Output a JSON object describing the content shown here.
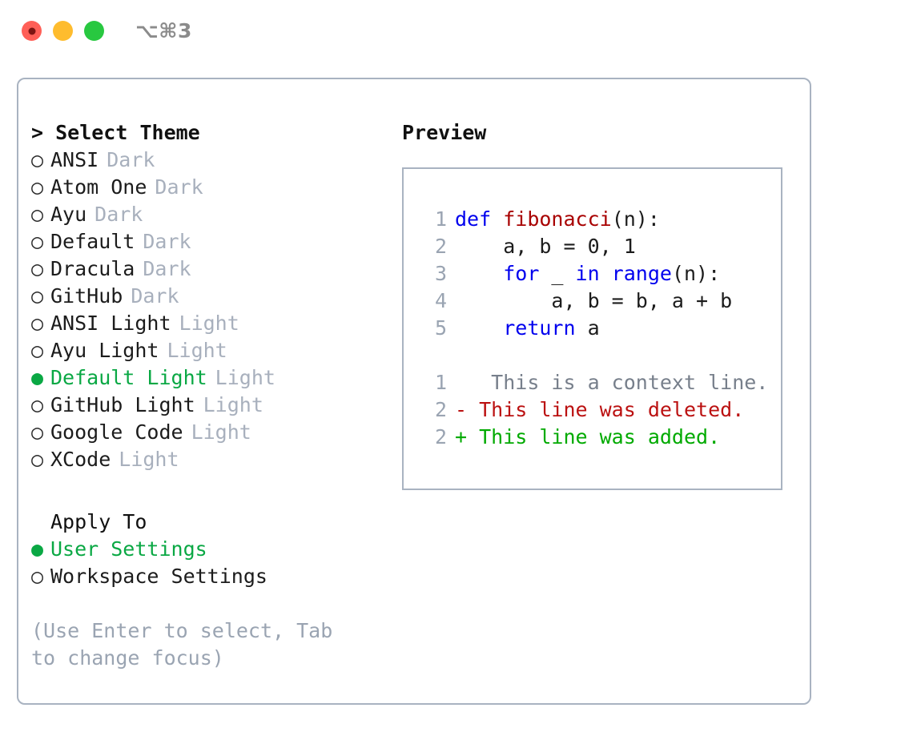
{
  "window": {
    "title": "⌥⌘3",
    "lights": [
      "close",
      "minimize",
      "maximize"
    ]
  },
  "theme_picker": {
    "header": "> Select Theme",
    "options": [
      {
        "marker": "○",
        "name": "ANSI",
        "tag": "Dark",
        "selected": false
      },
      {
        "marker": "○",
        "name": "Atom One",
        "tag": "Dark",
        "selected": false
      },
      {
        "marker": "○",
        "name": "Ayu",
        "tag": "Dark",
        "selected": false
      },
      {
        "marker": "○",
        "name": "Default",
        "tag": "Dark",
        "selected": false
      },
      {
        "marker": "○",
        "name": "Dracula",
        "tag": "Dark",
        "selected": false
      },
      {
        "marker": "○",
        "name": "GitHub",
        "tag": "Dark",
        "selected": false
      },
      {
        "marker": "○",
        "name": "ANSI Light",
        "tag": "Light",
        "selected": false
      },
      {
        "marker": "○",
        "name": "Ayu Light",
        "tag": "Light",
        "selected": false
      },
      {
        "marker": "●",
        "name": "Default Light",
        "tag": "Light",
        "selected": true
      },
      {
        "marker": "○",
        "name": "GitHub Light",
        "tag": "Light",
        "selected": false
      },
      {
        "marker": "○",
        "name": "Google Code",
        "tag": "Light",
        "selected": false
      },
      {
        "marker": "○",
        "name": "XCode",
        "tag": "Light",
        "selected": false
      }
    ]
  },
  "apply_to": {
    "header": "Apply To",
    "options": [
      {
        "marker": "●",
        "name": "User Settings",
        "selected": true
      },
      {
        "marker": "○",
        "name": "Workspace Settings",
        "selected": false
      }
    ]
  },
  "hint": "(Use Enter to select, Tab to change focus)",
  "preview": {
    "header": "Preview",
    "code_lines": [
      {
        "num": "1",
        "tokens": [
          {
            "t": "def ",
            "c": "kw"
          },
          {
            "t": "fibonacci",
            "c": "fn"
          },
          {
            "t": "(n):",
            "c": "plain"
          }
        ]
      },
      {
        "num": "2",
        "tokens": [
          {
            "t": "    a, b = 0, 1",
            "c": "plain"
          }
        ]
      },
      {
        "num": "3",
        "tokens": [
          {
            "t": "    ",
            "c": "plain"
          },
          {
            "t": "for",
            "c": "kw"
          },
          {
            "t": " _ ",
            "c": "plain"
          },
          {
            "t": "in range",
            "c": "kw"
          },
          {
            "t": "(n):",
            "c": "plain"
          }
        ]
      },
      {
        "num": "4",
        "tokens": [
          {
            "t": "        a, b = b, a + b",
            "c": "plain"
          }
        ]
      },
      {
        "num": "5",
        "tokens": [
          {
            "t": "    ",
            "c": "plain"
          },
          {
            "t": "return",
            "c": "kw"
          },
          {
            "t": " a",
            "c": "plain"
          }
        ]
      }
    ],
    "diff_lines": [
      {
        "num": "1",
        "sign": " ",
        "text": "  This is a context line.",
        "kind": "context"
      },
      {
        "num": "2",
        "sign": "-",
        "text": " This line was deleted.",
        "kind": "del"
      },
      {
        "num": "2",
        "sign": "+",
        "text": " This line was added.",
        "kind": "add"
      }
    ]
  },
  "colors": {
    "accent_green": "#0aa844",
    "muted": "#a8b0bd",
    "border": "#a9b3c1",
    "keyword": "#0000ee",
    "function": "#a80000",
    "diff_add": "#00aa00",
    "diff_del": "#bb1111",
    "light_red": "#ff5f57",
    "light_yellow": "#febc2e",
    "light_green": "#28c840"
  }
}
